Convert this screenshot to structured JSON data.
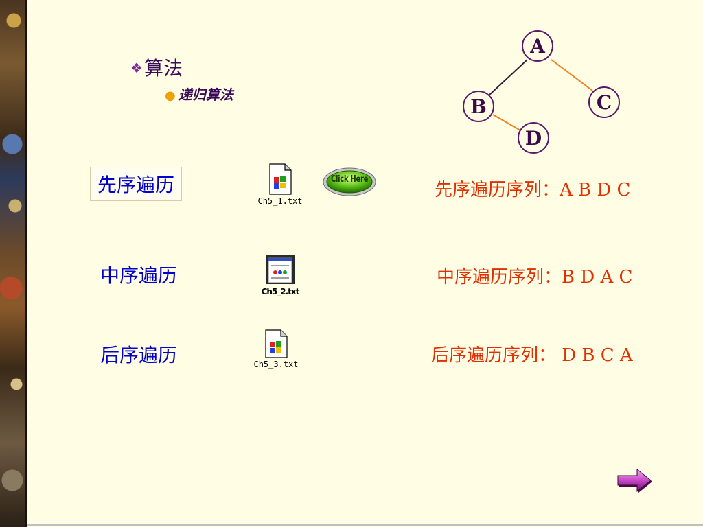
{
  "heading": {
    "bullet": "❖",
    "title": "算法",
    "sub_bullet": "●",
    "subtitle": "递归算法"
  },
  "tree": {
    "nodes": {
      "a": "A",
      "b": "B",
      "c": "C",
      "d": "D"
    },
    "node_stroke": "#5a1a6a",
    "edge_dark": "#3a1a3a",
    "edge_orange": "#f08020"
  },
  "traversals": {
    "preorder": {
      "label": "先序遍历",
      "file": "Ch5_1.txt",
      "sequence": "先序遍历序列：A  B  D  C"
    },
    "inorder": {
      "label": "中序遍历",
      "file": "Ch5_2.txt",
      "sequence": "中序遍历序列：B  D  A  C"
    },
    "postorder": {
      "label": "后序遍历",
      "file": "Ch5_3.txt",
      "sequence": "后序遍历序列： D   B  C  A"
    }
  },
  "click_button": {
    "label": "Click Here"
  },
  "colors": {
    "background": "#fffde3",
    "traversal_label": "#0000cc",
    "sequence_text": "#e03000",
    "heading": "#3a0a5a"
  },
  "icons": {
    "next": "arrow-right-icon",
    "file": "text-file-icon"
  }
}
